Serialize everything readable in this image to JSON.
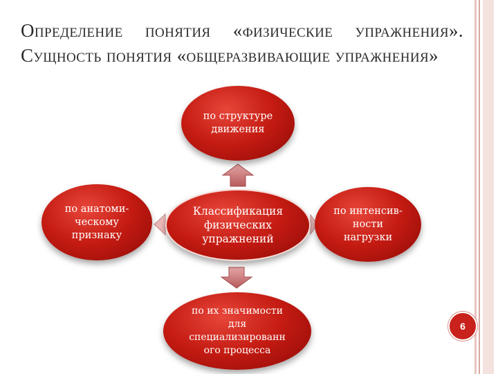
{
  "slide": {
    "title_line1": "Определение понятия «физические упражнения».",
    "title_line2": "Сущность понятия «общеразвивающие упражнения»",
    "page_number": "6"
  },
  "diagram": {
    "center": [
      "Классификация",
      "физических",
      "упражнений"
    ],
    "top": [
      "по структуре",
      "движения"
    ],
    "left": [
      "по анатоми-",
      "ческому",
      "признаку"
    ],
    "right": [
      "по интенсив-",
      "ности",
      "нагрузки"
    ],
    "bottom": [
      "по их значимости",
      "для",
      "специализированн",
      "ого процесса"
    ]
  },
  "colors": {
    "node_red": "#c41b12",
    "arrow_pink": "#c8787a",
    "title_text": "#2b2b2b"
  }
}
